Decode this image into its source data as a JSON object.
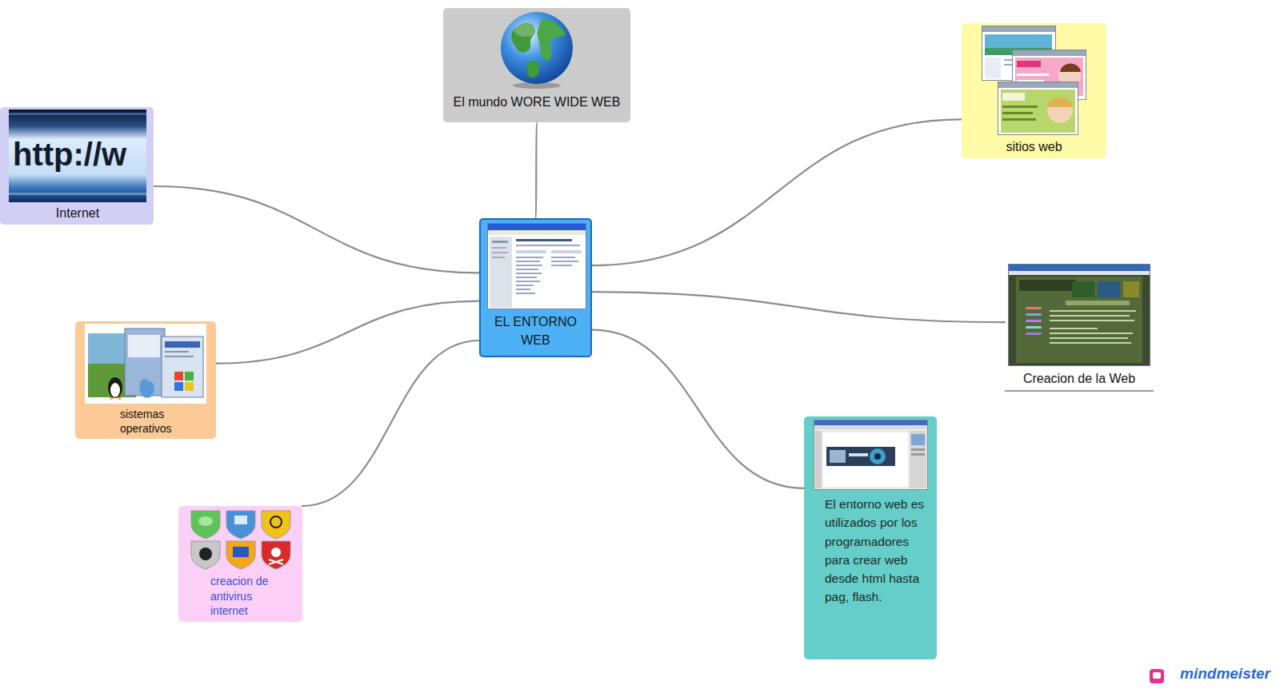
{
  "diagram": {
    "nodes": [
      {
        "text": [
          "EL ENTORNO WEB"
        ]
      },
      {
        "text": [
          "El mundo WORE WIDE WEB"
        ]
      },
      {
        "text": [
          "Internet"
        ]
      },
      {
        "text": [
          "sitios web"
        ]
      },
      {
        "text": [
          "Creacion de la Web"
        ]
      },
      {
        "text": [
          "sistemas operativos"
        ]
      },
      {
        "text": [
          "El entorno web es utilizados por los programadores para crear web desde html hasta pag, flash."
        ]
      },
      {
        "text": [
          "creacion de antivirus internet"
        ]
      }
    ],
    "edges": [
      {
        "from": 0,
        "to": 1,
        "arrow": "none"
      },
      {
        "from": 0,
        "to": 2,
        "arrow": "none"
      },
      {
        "from": 0,
        "to": 3,
        "arrow": "none"
      },
      {
        "from": 0,
        "to": 4,
        "arrow": "none"
      },
      {
        "from": 0,
        "to": 5,
        "arrow": "none"
      },
      {
        "from": 0,
        "to": 6,
        "arrow": "none"
      },
      {
        "from": 0,
        "to": 7,
        "arrow": "none"
      }
    ],
    "labels": [
      "http://w",
      "mindmeister"
    ]
  }
}
